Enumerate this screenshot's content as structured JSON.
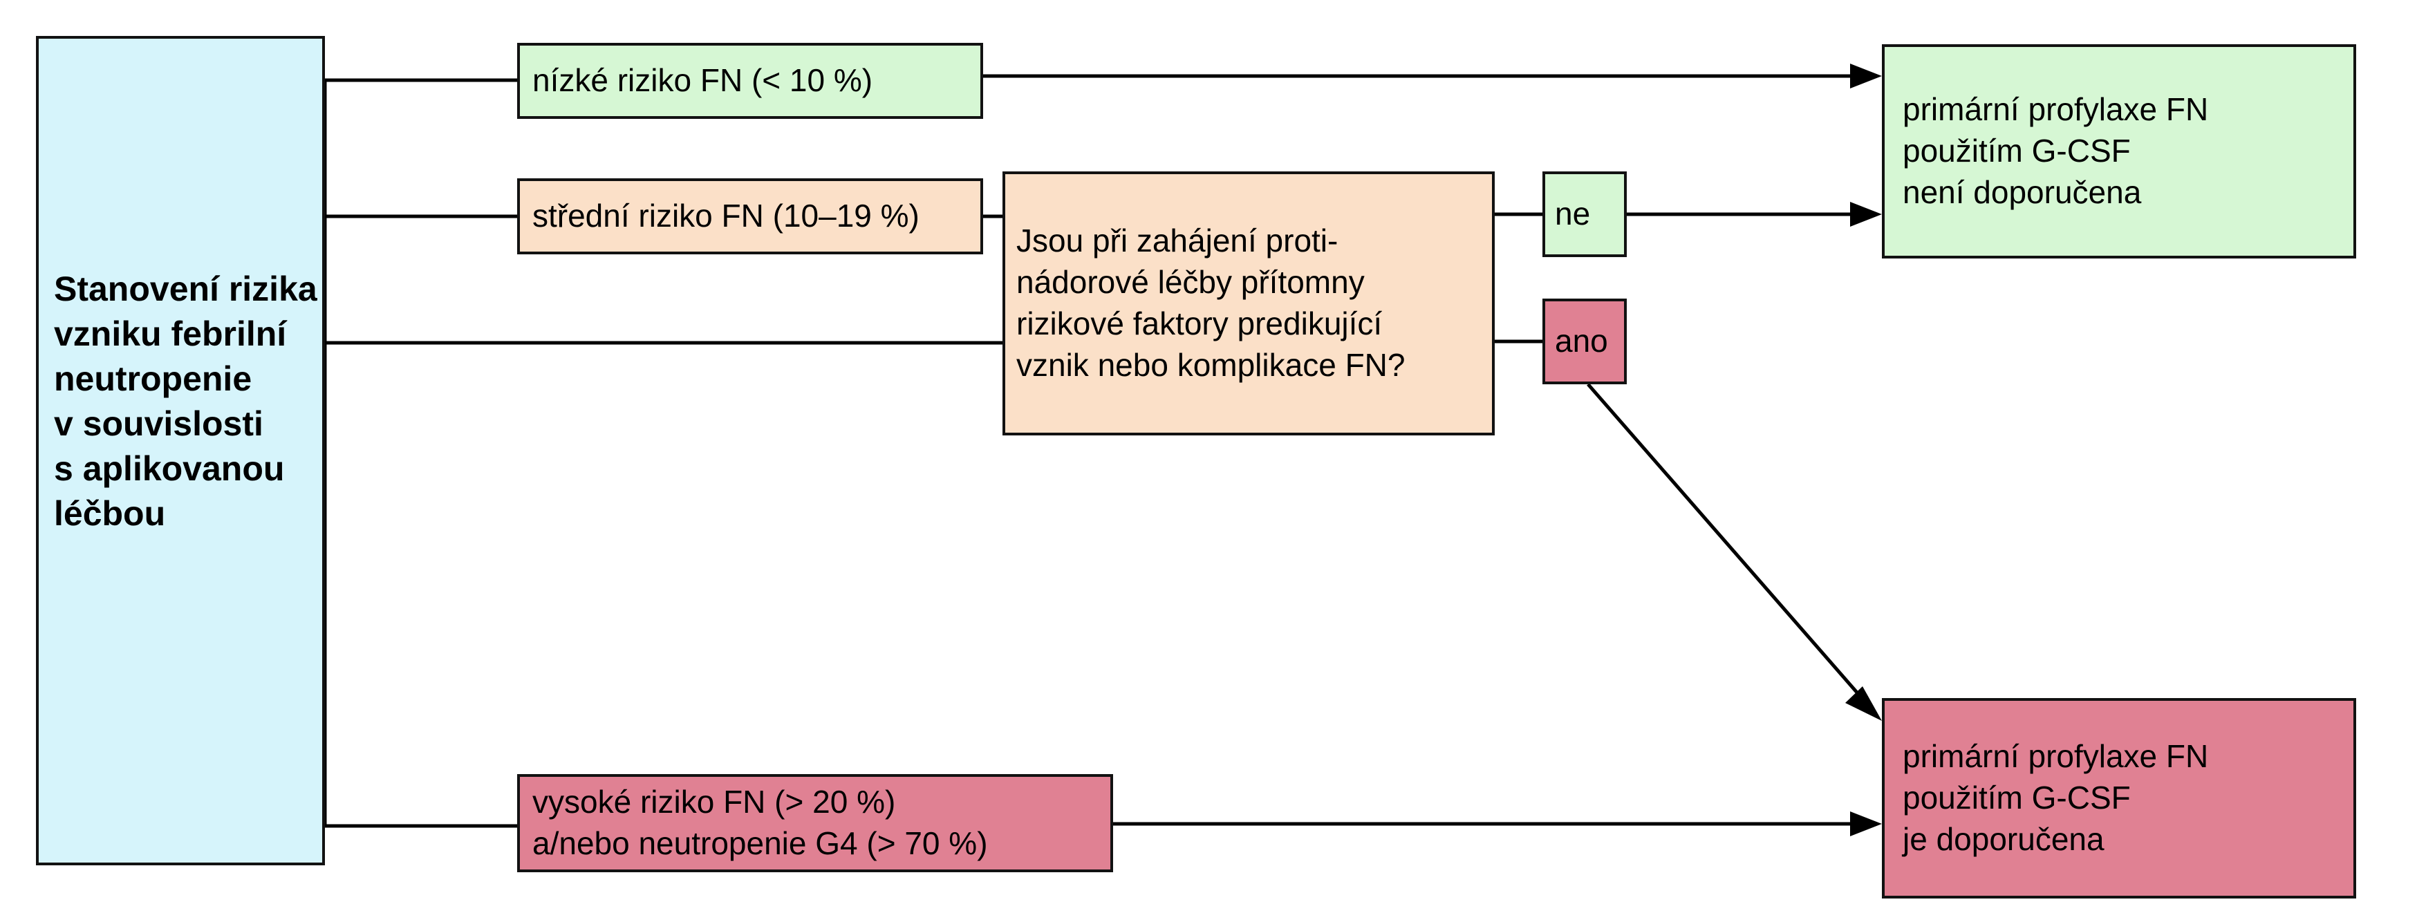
{
  "diagram": {
    "title": "Stanovení rizika vzniku febrilní neutropenie",
    "language": "cs",
    "nodes": {
      "risk_assessment": {
        "label": "Stanovení rizika vzniku febrilní neutropenie v souvislosti s aplikovanou léčbou",
        "lines": [
          "Stanovení rizika",
          "vzniku febrilní",
          "neutropenie",
          "v souvislosti",
          "s aplikovanou",
          "léčbou"
        ],
        "fill": "#d6f4fb",
        "shape": "rectangle"
      },
      "low_risk": {
        "label": "nízké riziko FN (< 10 %)",
        "lines": [
          "nízké riziko FN (< 10 %)"
        ],
        "fill": "#d6f7d4",
        "shape": "rectangle"
      },
      "medium_risk": {
        "label": "střední riziko FN (10–19 %)",
        "lines": [
          "střední riziko FN (10–19 %)"
        ],
        "fill": "#fbe0c8",
        "shape": "rectangle"
      },
      "question": {
        "label": "Jsou při zahájení protinádorové léčby přítomny rizikové faktory predikující vznik nebo komplikace FN?",
        "lines": [
          "Jsou při zahájení proti-",
          "nádorové léčby přítomny",
          "rizikové faktory predikující",
          "vznik nebo komplikace FN?"
        ],
        "fill": "#fbe0c8",
        "shape": "rectangle"
      },
      "answer_no": {
        "label": "ne",
        "lines": [
          "ne"
        ],
        "fill": "#d6f7d4",
        "shape": "rectangle"
      },
      "answer_yes": {
        "label": "ano",
        "lines": [
          "ano"
        ],
        "fill": "#e08193",
        "shape": "rectangle"
      },
      "result_not_recommended": {
        "label": "primární profylaxe FN použitím G-CSF není doporučena",
        "lines": [
          "primární profylaxe FN",
          "použitím G-CSF",
          "není doporučena"
        ],
        "fill": "#d6f7d4",
        "shape": "rectangle"
      },
      "high_risk": {
        "label": "vysoké riziko FN (> 20 %) a/nebo neutropenie G4 (> 70 %)",
        "lines": [
          "vysoké riziko FN (> 20 %)",
          "a/nebo neutropenie G4 (> 70 %)"
        ],
        "fill": "#e08193",
        "shape": "rectangle"
      },
      "result_recommended": {
        "label": "primární profylaxe FN použitím G-CSF je doporučena",
        "lines": [
          "primární profylaxe FN",
          "použitím G-CSF",
          "je doporučena"
        ],
        "fill": "#e08193",
        "shape": "rectangle"
      }
    },
    "edges": [
      {
        "from": "risk_assessment",
        "to": "low_risk",
        "arrow": false
      },
      {
        "from": "risk_assessment",
        "to": "medium_risk",
        "arrow": false
      },
      {
        "from": "risk_assessment",
        "to": "question",
        "arrow": false
      },
      {
        "from": "risk_assessment",
        "to": "high_risk",
        "arrow": false
      },
      {
        "from": "low_risk",
        "to": "result_not_recommended",
        "arrow": true
      },
      {
        "from": "medium_risk",
        "to": "question",
        "arrow": false
      },
      {
        "from": "question",
        "to": "answer_no",
        "arrow": false
      },
      {
        "from": "question",
        "to": "answer_yes",
        "arrow": false
      },
      {
        "from": "answer_no",
        "to": "result_not_recommended",
        "arrow": true
      },
      {
        "from": "answer_yes",
        "to": "result_recommended",
        "arrow": true
      },
      {
        "from": "high_risk",
        "to": "result_recommended",
        "arrow": true
      }
    ],
    "colors": {
      "blue": "#d6f4fb",
      "green": "#d6f7d4",
      "orange": "#fbe0c8",
      "red": "#e08193",
      "stroke": "#121212",
      "background": "#ffffff"
    }
  }
}
